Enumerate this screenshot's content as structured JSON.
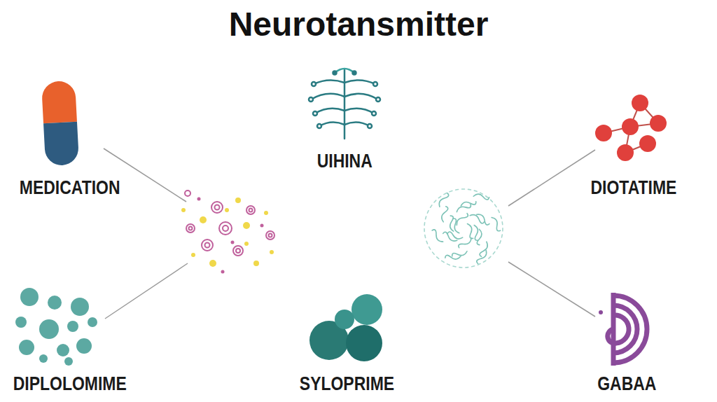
{
  "diagram": {
    "title": "Neurotansmitter",
    "nodes": [
      {
        "text": [
          "MEDICATION"
        ]
      },
      {
        "text": [
          "UIHINA"
        ]
      },
      {
        "text": [
          "DIOTATIME"
        ]
      },
      {
        "text": [
          "DIPLOLOMIME"
        ]
      },
      {
        "text": [
          "SYLOPRIME"
        ]
      },
      {
        "text": [
          "GABAA"
        ]
      }
    ]
  }
}
